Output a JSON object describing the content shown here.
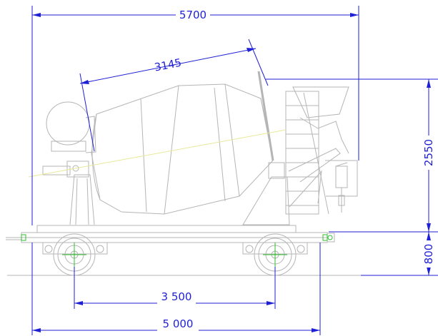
{
  "colors": {
    "dimension": "#1f1fd6",
    "outline": "#b5b5b5",
    "axis": "#e8e89a",
    "wheel_marker": "#2fbf2f"
  },
  "dimensions": {
    "overall_length": "5700",
    "drum_length": "3145",
    "total_height": "2550",
    "chassis_height": "800",
    "wheelbase": "3 500",
    "chassis_length": "5 000"
  }
}
